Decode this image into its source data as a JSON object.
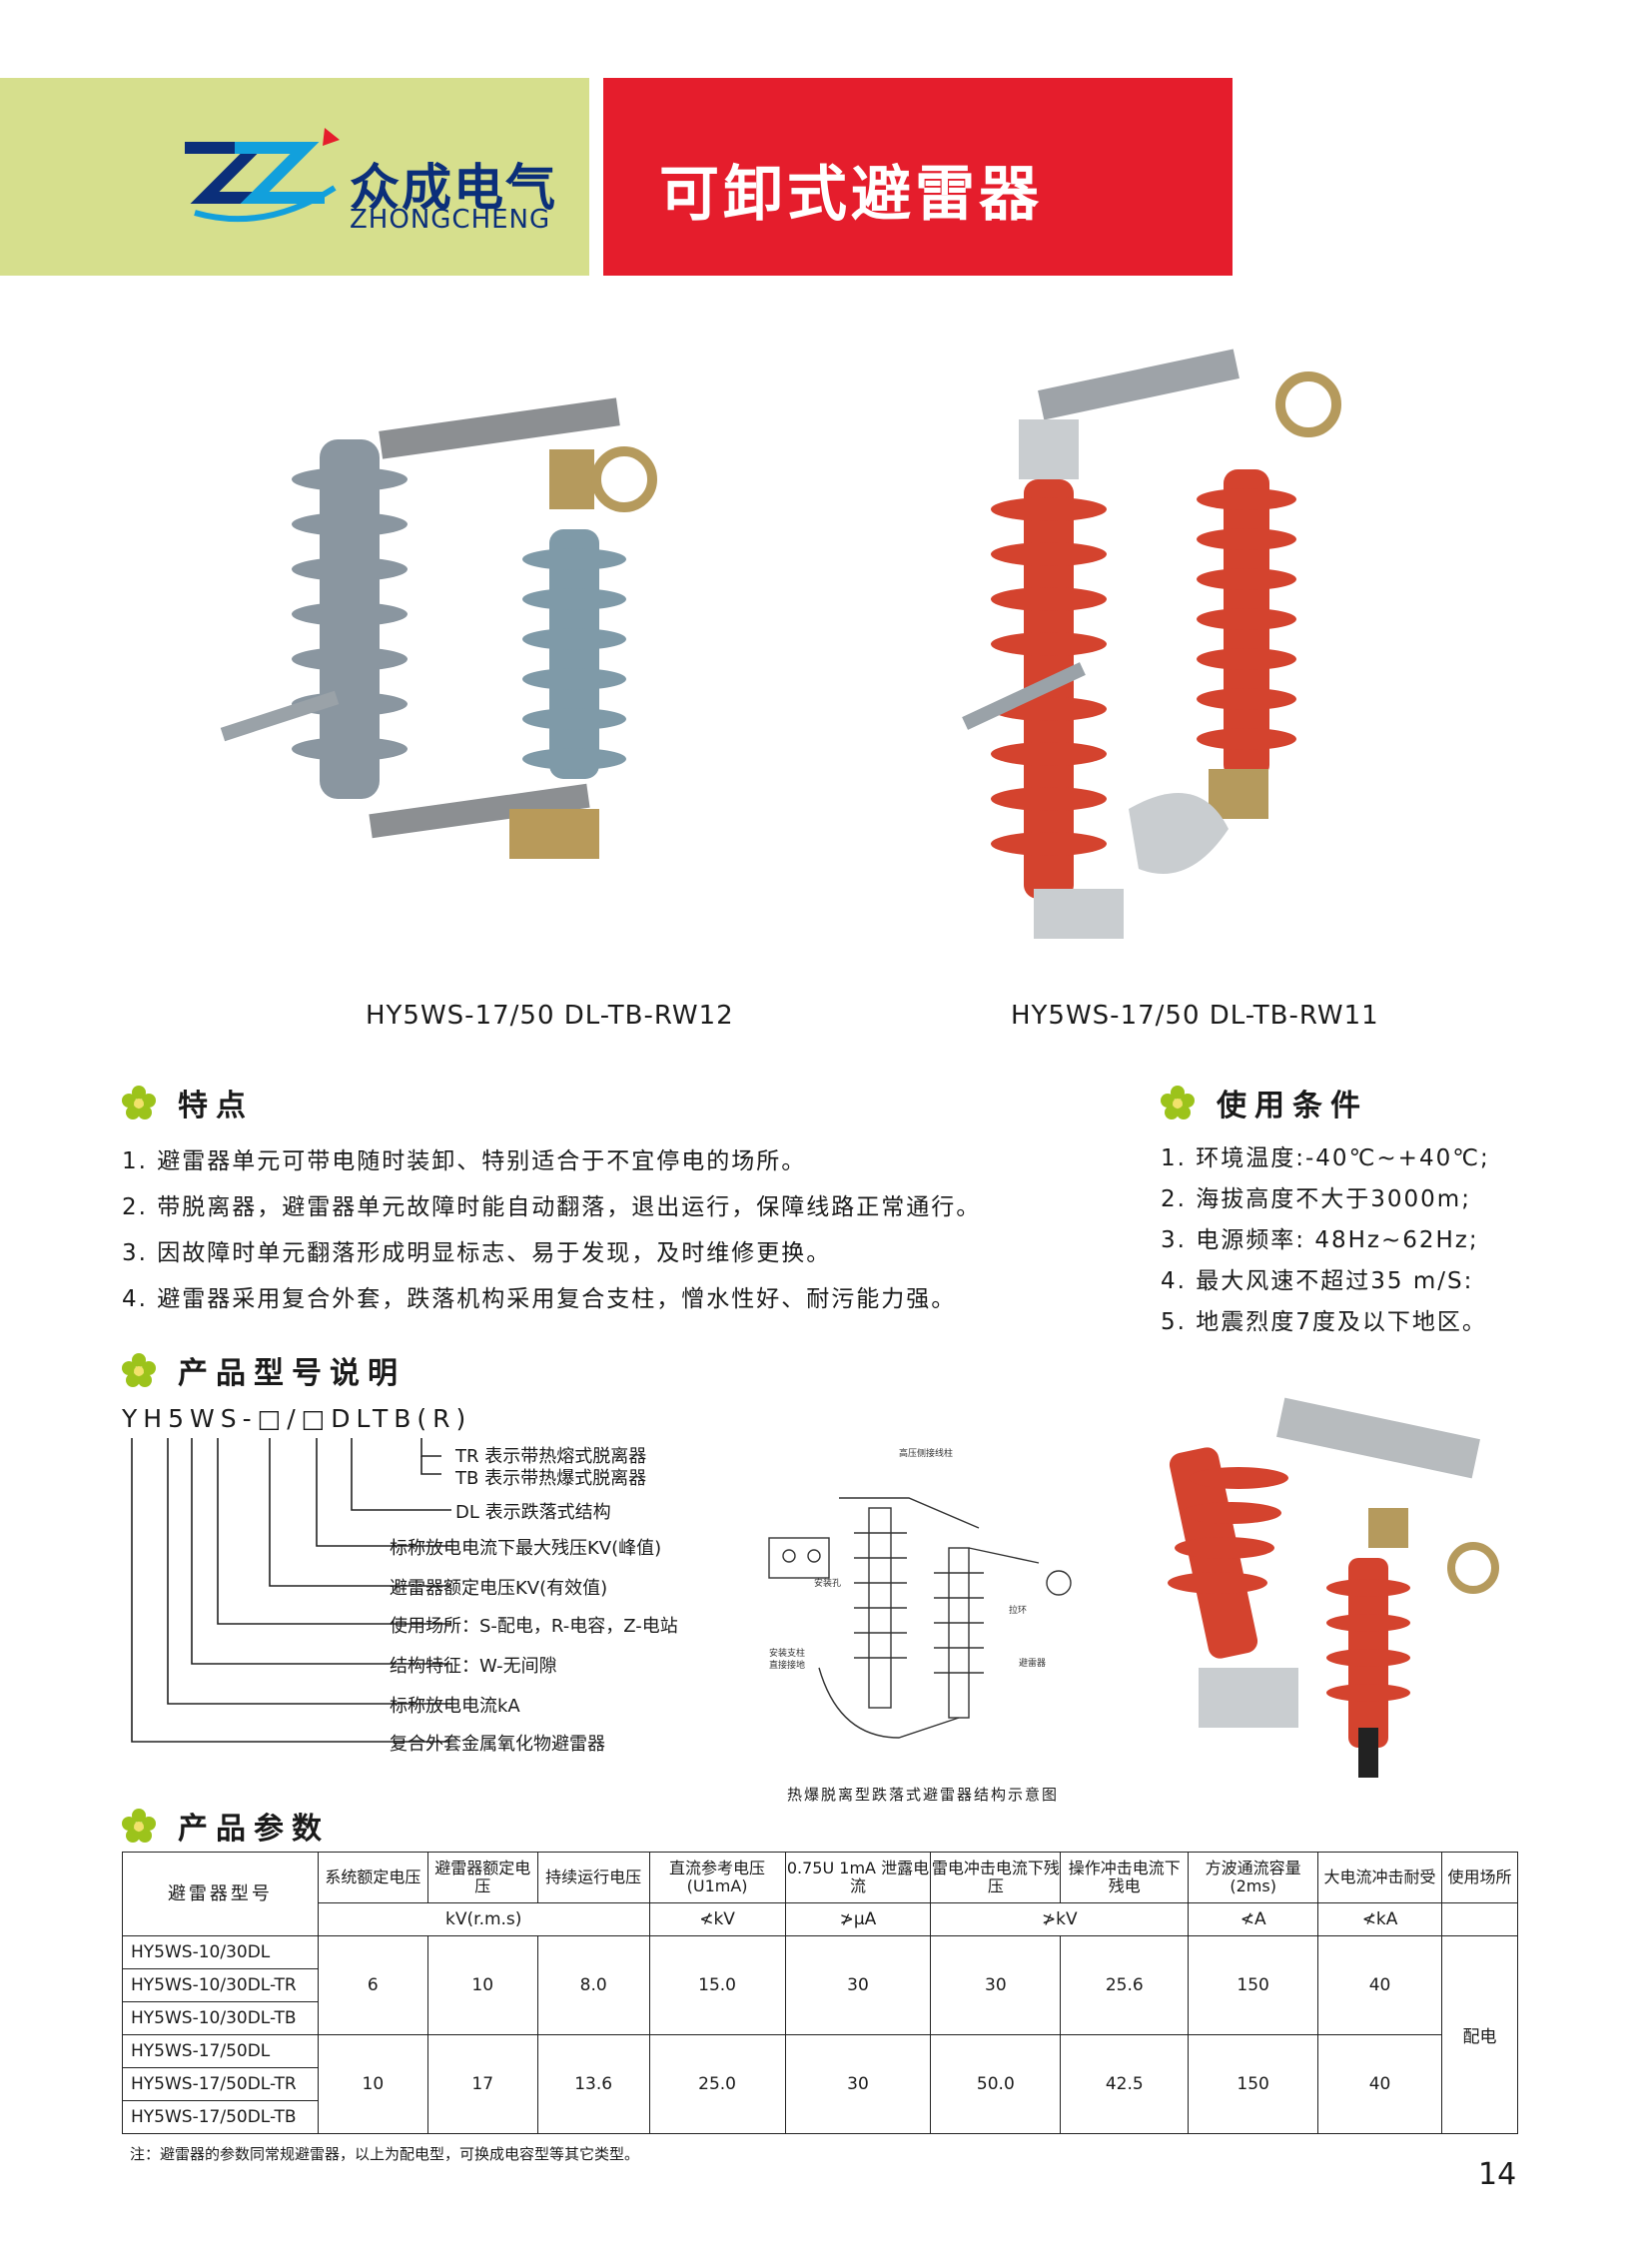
{
  "header": {
    "brand_cn": "众成电气",
    "brand_en": "ZHONGCHENG",
    "title": "可卸式避雷器",
    "colors": {
      "green": "#d6df8d",
      "red": "#e51d2c",
      "navy": "#0b2f7a",
      "logo_accent": "#12a0dc"
    }
  },
  "products": [
    {
      "caption": "HY5WS-17/50 DL-TB-RW12",
      "color": "#8fa3ad"
    },
    {
      "caption": "HY5WS-17/50 DL-TB-RW11",
      "color": "#d4432e"
    }
  ],
  "features": {
    "heading": "特点",
    "items": [
      "1. 避雷器单元可带电随时装卸、特别适合于不宜停电的场所。",
      "2. 带脱离器，避雷器单元故障时能自动翻落，退出运行，保障线路正常通行。",
      "3. 因故障时单元翻落形成明显标志、易于发现，及时维修更换。",
      "4. 避雷器采用复合外套，跌落机构采用复合支柱，憎水性好、耐污能力强。"
    ]
  },
  "conditions": {
    "heading": "使用条件",
    "items": [
      "1. 环境温度:-40℃~+40℃;",
      "2. 海拔高度不大于3000m;",
      "3. 电源频率: 48Hz~62Hz;",
      "4. 最大风速不超过35 m/S:",
      "5. 地震烈度7度及以下地区。"
    ]
  },
  "model_desc": {
    "heading": "产品型号说明",
    "code": "YH5WS-□/□DLTB(R)",
    "lines": [
      "TR 表示带热熔式脱离器",
      "TB 表示带热爆式脱离器",
      "DL 表示跌落式结构",
      "标称放电电流下最大残压KV(峰值)",
      "避雷器额定电压KV(有效值)",
      "使用场所：S-配电，R-电容，Z-电站",
      "结构特征：W-无间隙",
      "标称放电电流kA",
      "复合外套金属氧化物避雷器"
    ],
    "diagram_caption": "热爆脱离型跌落式避雷器结构示意图",
    "diagram_labels": [
      "高压侧接线柱",
      "安装孔",
      "拉环",
      "安装支柱",
      "直接接地",
      "避雷器"
    ]
  },
  "params": {
    "heading": "产品参数",
    "headers": [
      "避雷器型号",
      "系统额定电压",
      "避雷器额定电压",
      "持续运行电压",
      "直流参考电压(U1mA)",
      "0.75U 1mA 泄露电流",
      "雷电冲击电流下残压",
      "操作冲击电流下残电",
      "方波通流容量(2ms)",
      "大电流冲击耐受",
      "使用场所"
    ],
    "units": [
      "kV(r.m.s)",
      "≮kV",
      "≯μA",
      "≯kV",
      "≮A",
      "≮kA"
    ],
    "groups": [
      {
        "models": [
          "HY5WS-10/30DL",
          "HY5WS-10/30DL-TR",
          "HY5WS-10/30DL-TB"
        ],
        "values": [
          "6",
          "10",
          "8.0",
          "15.0",
          "30",
          "30",
          "25.6",
          "150",
          "40"
        ]
      },
      {
        "models": [
          "HY5WS-17/50DL",
          "HY5WS-17/50DL-TR",
          "HY5WS-17/50DL-TB"
        ],
        "values": [
          "10",
          "17",
          "13.6",
          "25.0",
          "30",
          "50.0",
          "42.5",
          "150",
          "40"
        ]
      }
    ],
    "usage": "配电",
    "note": "注：避雷器的参数同常规避雷器，以上为配电型，可换成电容型等其它类型。"
  },
  "page_number": "14"
}
